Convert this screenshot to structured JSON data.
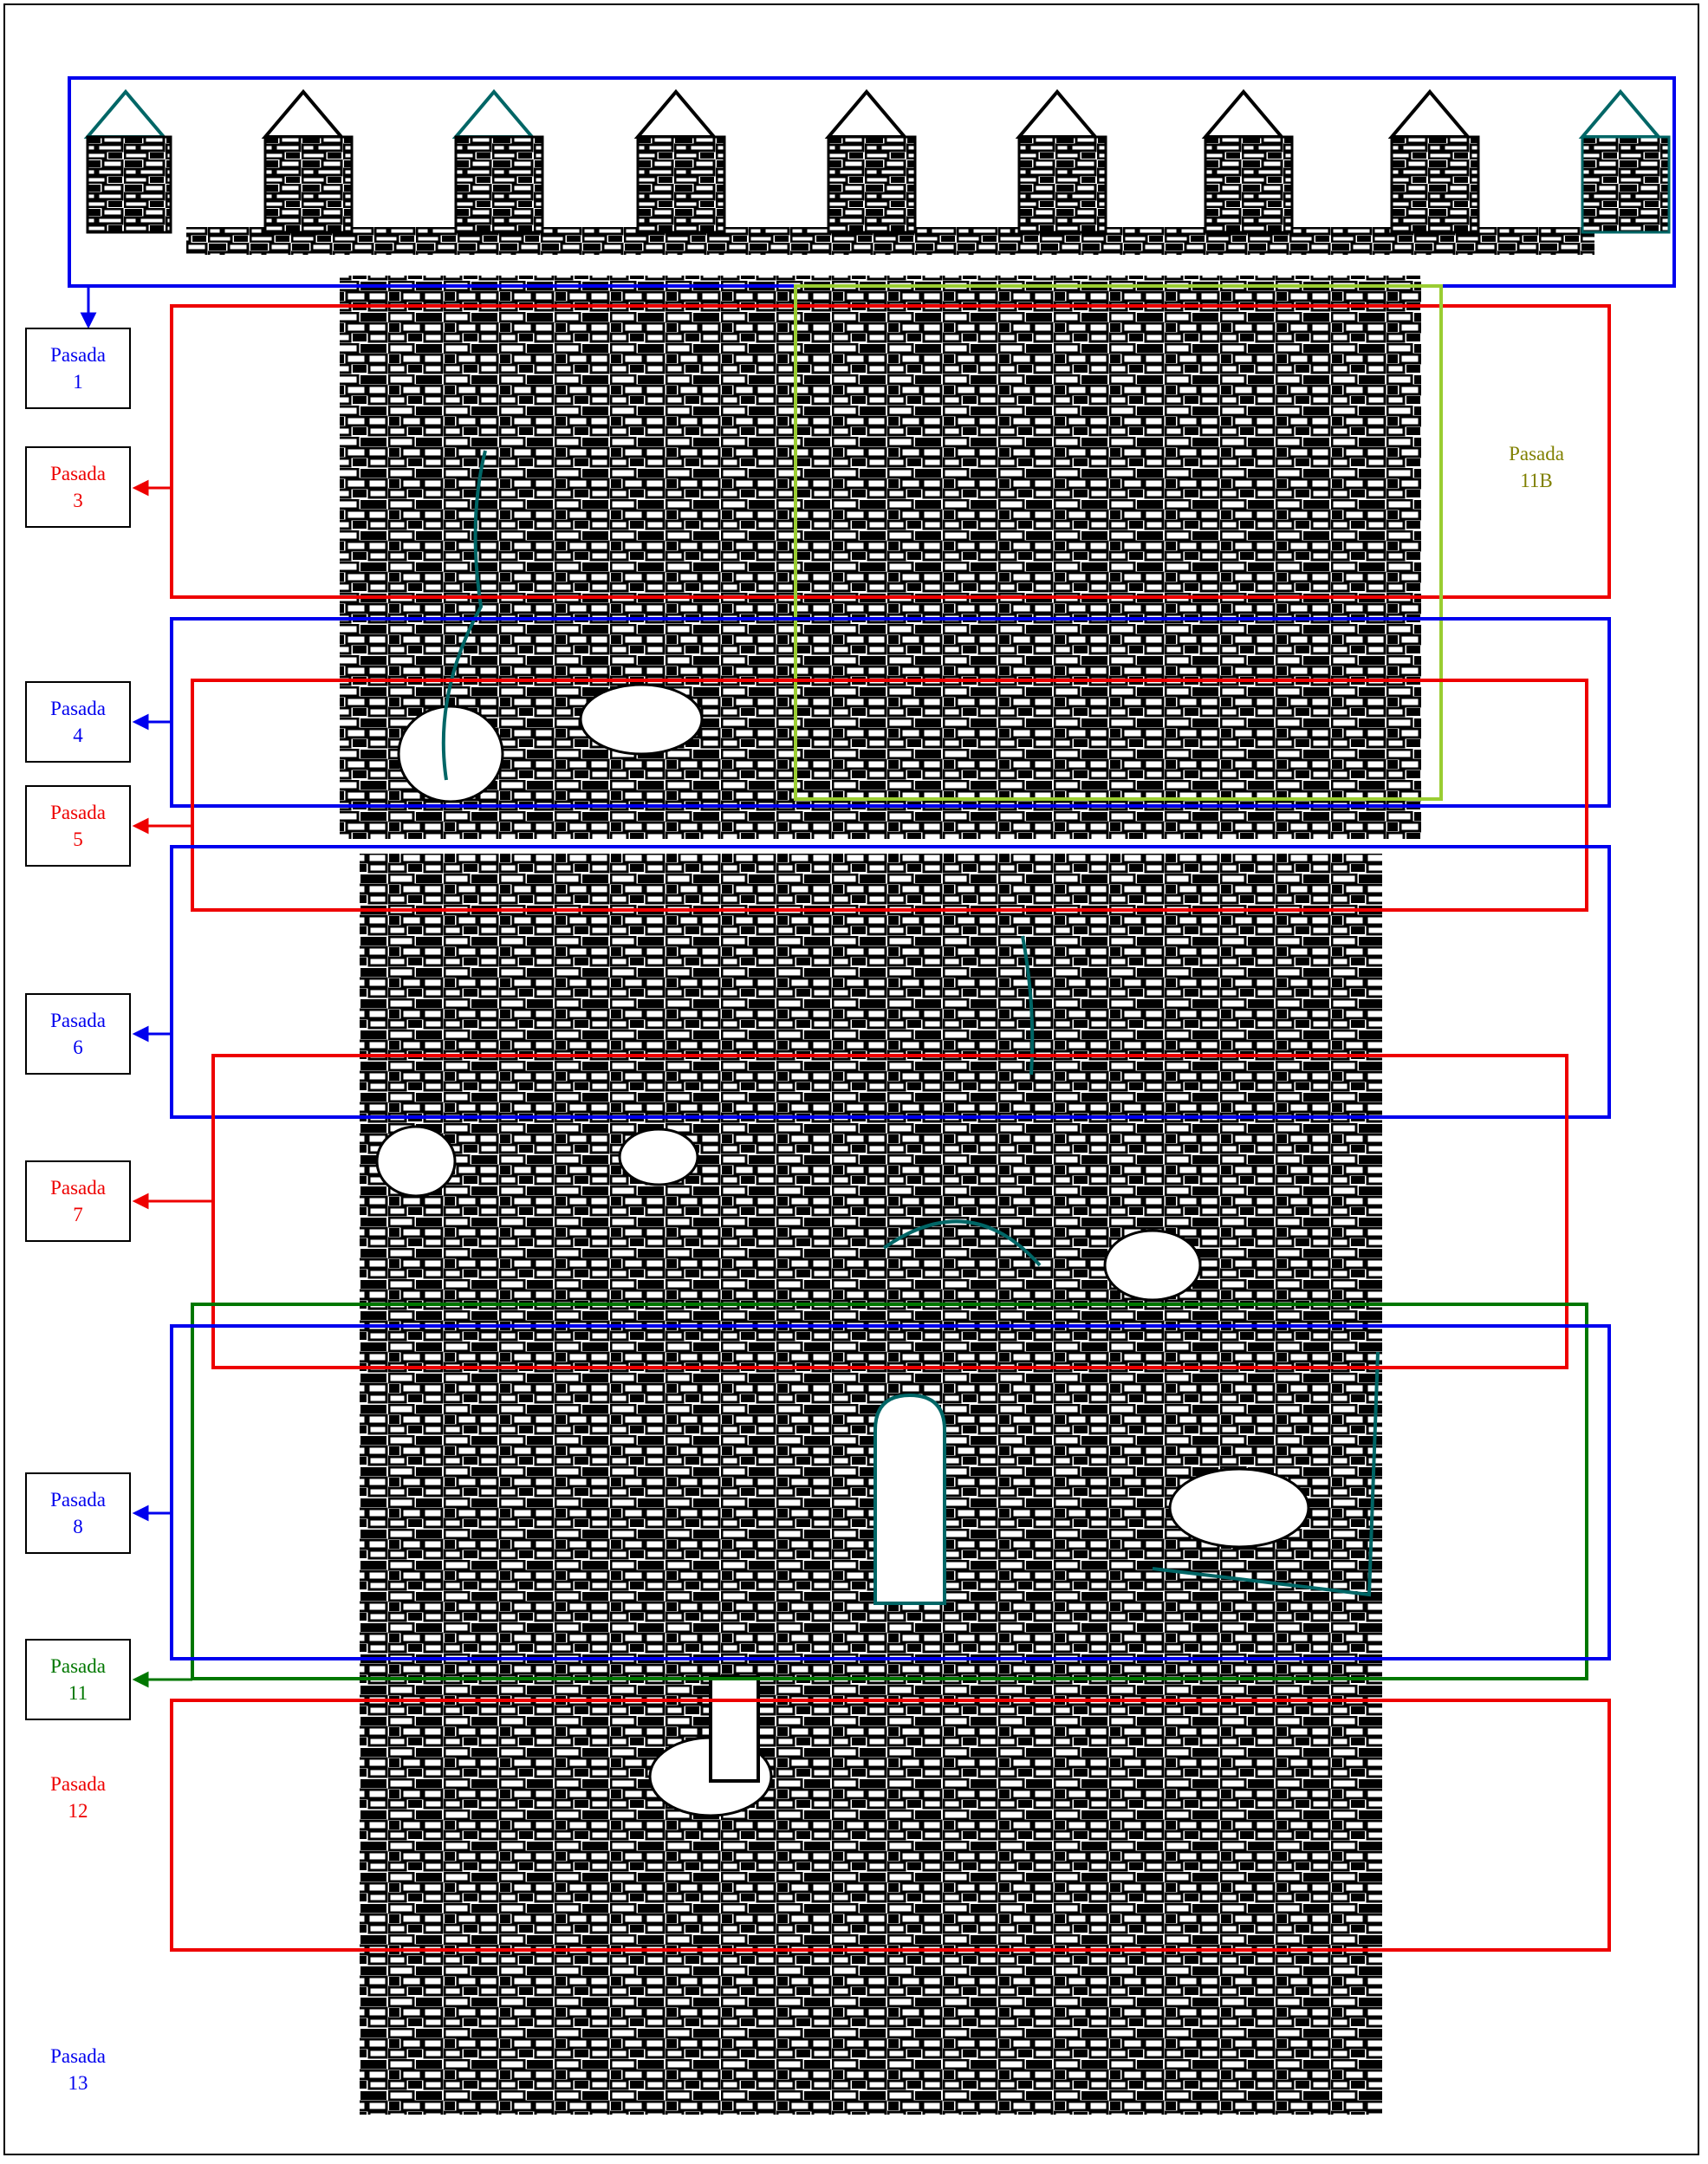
{
  "colors": {
    "blue": "#0000ee",
    "red": "#ee0000",
    "green": "#007700",
    "olive": "#9acd32",
    "olive_text": "#808000",
    "teal": "#006666",
    "ink": "#000000"
  },
  "labels": [
    {
      "id": "pasada-1",
      "line1": "Pasada",
      "line2": "1",
      "color": "blue",
      "boxed": true
    },
    {
      "id": "pasada-3",
      "line1": "Pasada",
      "line2": "3",
      "color": "red",
      "boxed": true
    },
    {
      "id": "pasada-4",
      "line1": "Pasada",
      "line2": "4",
      "color": "blue",
      "boxed": true
    },
    {
      "id": "pasada-5",
      "line1": "Pasada",
      "line2": "5",
      "color": "red",
      "boxed": true
    },
    {
      "id": "pasada-6",
      "line1": "Pasada",
      "line2": "6",
      "color": "blue",
      "boxed": true
    },
    {
      "id": "pasada-7",
      "line1": "Pasada",
      "line2": "7",
      "color": "red",
      "boxed": true
    },
    {
      "id": "pasada-8",
      "line1": "Pasada",
      "line2": "8",
      "color": "blue",
      "boxed": true
    },
    {
      "id": "pasada-11",
      "line1": "Pasada",
      "line2": "11",
      "color": "green",
      "boxed": true
    },
    {
      "id": "pasada-12",
      "line1": "Pasada",
      "line2": "12",
      "color": "red",
      "boxed": false
    },
    {
      "id": "pasada-13",
      "line1": "Pasada",
      "line2": "13",
      "color": "blue",
      "boxed": false
    },
    {
      "id": "pasada-11b",
      "line1": "Pasada",
      "line2": "11B",
      "color": "olive_text",
      "boxed": false
    }
  ]
}
